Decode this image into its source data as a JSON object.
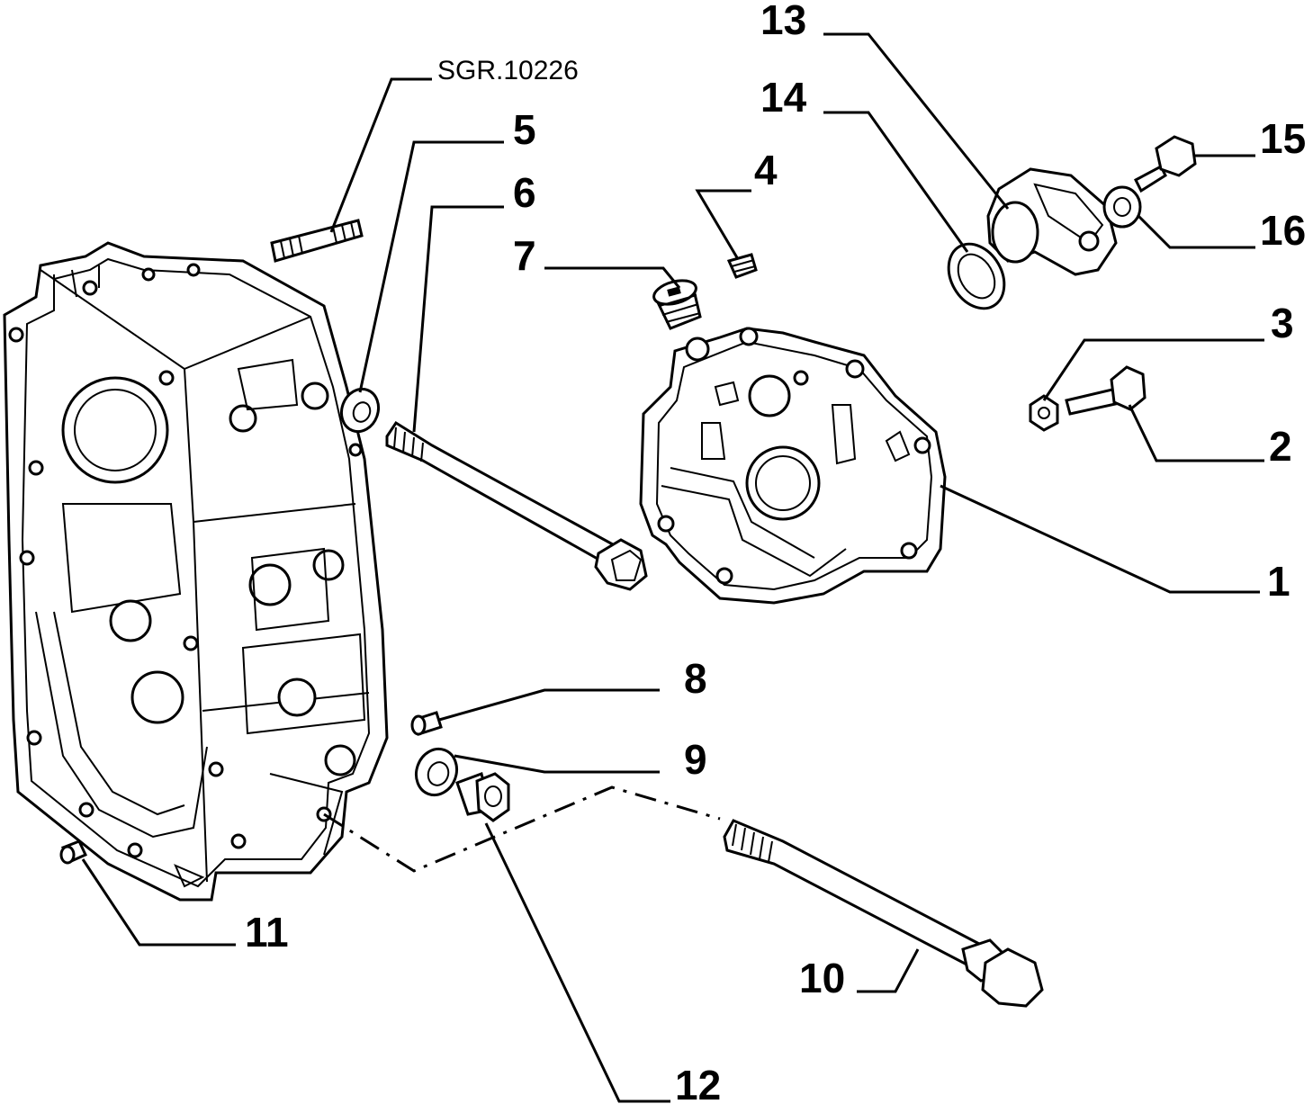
{
  "diagram_code": "SGR.10226",
  "callouts": [
    "1",
    "2",
    "3",
    "4",
    "5",
    "6",
    "7",
    "8",
    "9",
    "10",
    "11",
    "12",
    "13",
    "14",
    "15",
    "16"
  ],
  "colors": {
    "ink": "#000000",
    "paper": "#ffffff"
  }
}
